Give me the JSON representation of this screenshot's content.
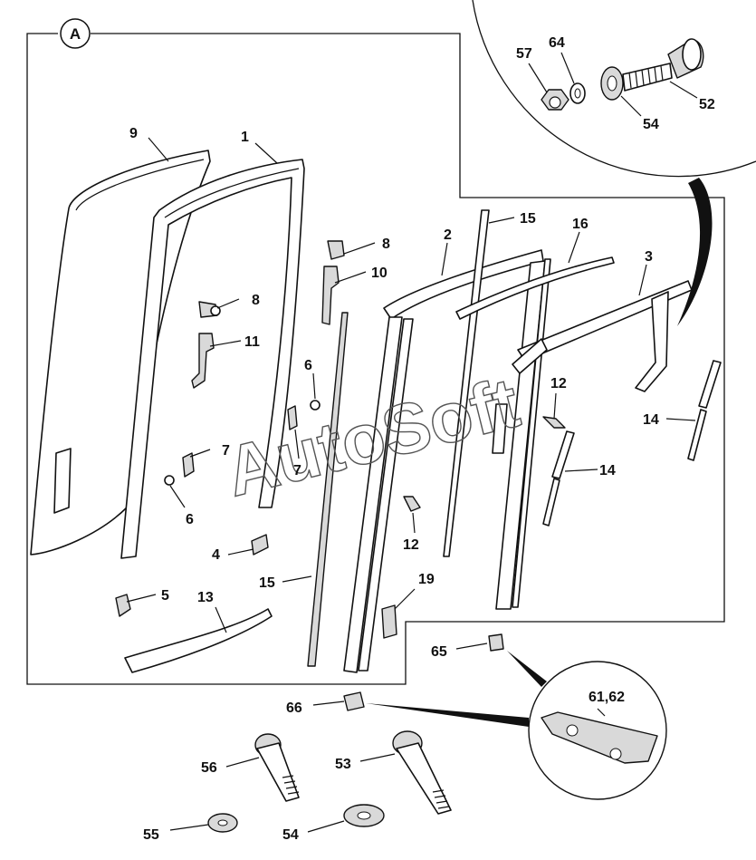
{
  "section_marker": "A",
  "watermark": "AutoSoft",
  "callouts": {
    "c9": "9",
    "c1": "1",
    "c8a": "8",
    "c10": "10",
    "c8b": "8",
    "c11": "11",
    "c6a": "6",
    "c6b": "6",
    "c7a": "7",
    "c7b": "7",
    "c4": "4",
    "c5": "5",
    "c13": "13",
    "c15a": "15",
    "c15b": "15",
    "c2": "2",
    "c16": "16",
    "c3": "3",
    "c12a": "12",
    "c12b": "12",
    "c14a": "14",
    "c14b": "14",
    "c19": "19",
    "c57": "57",
    "c64": "64",
    "c52": "52",
    "c54a": "54",
    "c65": "65",
    "c66": "66",
    "c6162": "61,62",
    "c56": "56",
    "c53": "53",
    "c55": "55",
    "c54b": "54"
  }
}
